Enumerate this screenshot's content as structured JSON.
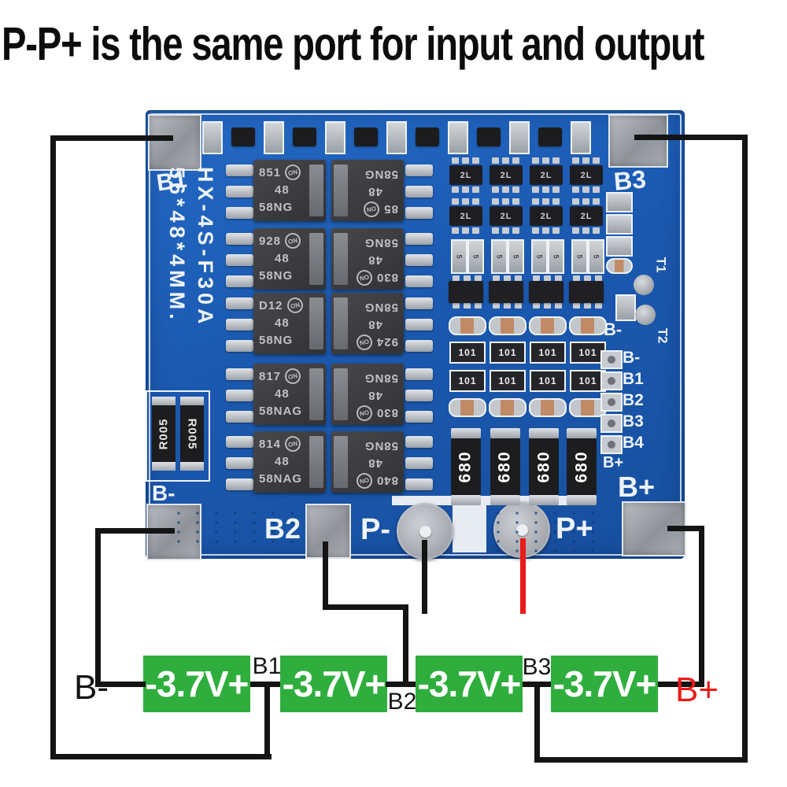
{
  "title": "P-P+ is the same port for input and output",
  "board": {
    "silkscreen": {
      "model": "HX-4S-F30A",
      "dimensions": "56*48*4MM.",
      "corner_top_left": "B1",
      "corner_top_right": "B3",
      "corner_bottom_left": "B-",
      "corner_bottom_right": "B+",
      "pad_b2": "B2",
      "port_minus": "P-",
      "port_plus": "P+",
      "sense_label": "B-",
      "balance_pad_labels": [
        "B-",
        "B1",
        "B2",
        "B3",
        "B4"
      ],
      "bplus_small": "B+",
      "test_point_1": "T1",
      "test_point_2": "T2"
    },
    "components": {
      "mosfet_logo": "ON",
      "mosfets_left": [
        [
          "851",
          "48",
          "58NG"
        ],
        [
          "928",
          "48",
          "58NG"
        ],
        [
          "D12",
          "48",
          "58NG"
        ],
        [
          "817",
          "48",
          "58NAG"
        ],
        [
          "814",
          "48",
          "58NAG"
        ]
      ],
      "mosfets_right": [
        [
          "85",
          "48",
          "58NG"
        ],
        [
          "830",
          "48",
          "58NG"
        ],
        [
          "924",
          "48",
          "58NG"
        ],
        [
          "830",
          "48",
          "58NG"
        ],
        [
          "840",
          "48",
          "58NG"
        ]
      ],
      "shunt_resistors": [
        "R005",
        "R005"
      ],
      "power_resistors": [
        "680",
        "680",
        "680",
        "680"
      ],
      "smd_transistor_mark": "2L",
      "smd_resistor_mark": "101",
      "smd_small_mark": "5"
    }
  },
  "wiring_diagram": {
    "batteries": [
      "-3.7V+",
      "-3.7V+",
      "-3.7V+",
      "-3.7V+"
    ],
    "junction_labels": [
      "B1",
      "B2",
      "B3"
    ],
    "negative_terminal": "B-",
    "positive_terminal": "B+",
    "colors": {
      "wire_black": "#141414",
      "wire_positive_red": "#e81a1a",
      "battery_green": "#2fae3e",
      "board_blue": "#1b59b0",
      "negative_text": "#141414",
      "positive_text": "#e81a1a"
    }
  }
}
